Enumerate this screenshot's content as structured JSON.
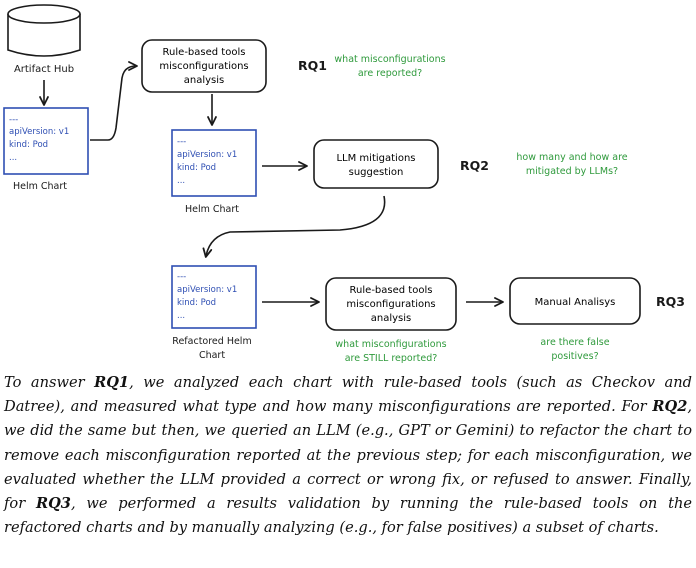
{
  "diagram": {
    "artifact_hub": "Artifact Hub",
    "helm_chart_label": "Helm Chart",
    "refactored_label_line1": "Refactored Helm",
    "refactored_label_line2": "Chart",
    "doc_line1": "---",
    "doc_line2": "apiVersion: v1",
    "doc_line3": "kind: Pod",
    "doc_line4": "...",
    "box_rule_line1": "Rule-based tools",
    "box_rule_line2": "misconfigurations",
    "box_rule_line3": "analysis",
    "box_llm_line1": "LLM mitigations",
    "box_llm_line2": "suggestion",
    "box_manual": "Manual Analisys",
    "rq1": "RQ1",
    "rq2": "RQ2",
    "rq3": "RQ3",
    "q1_line1": "what misconfigurations",
    "q1_line2": "are reported?",
    "q2_line1": "how many and how are",
    "q2_line2": "mitigated by LLMs?",
    "q3_line1": "what misconfigurations",
    "q3_line2": "are STILL reported?",
    "q4_line1": "are there false",
    "q4_line2": "positives?",
    "colors": {
      "doc_blue": "#2f4fb3",
      "question_green": "#2f9a3c",
      "ink": "#1a1a1a"
    }
  },
  "caption": {
    "part1": "To answer ",
    "rq1": "RQ1",
    "part2": ", we analyzed each chart with rule-based tools (such as Checkov and Datree), and measured what type and how many misconfigurations are reported. For ",
    "rq2": "RQ2",
    "part3": ", we did the same but then, we queried an LLM (e.g., GPT or Gemini) to refactor the chart to remove each misconfiguration reported at the previous step; for each misconfiguration, we evaluated whether the LLM provided a correct or wrong fix, or refused to answer. Finally, for ",
    "rq3": "RQ3",
    "part4": ", we performed a results validation by running the rule-based tools on the refactored charts and by manually analyzing (e.g., for false positives) a subset of charts."
  }
}
